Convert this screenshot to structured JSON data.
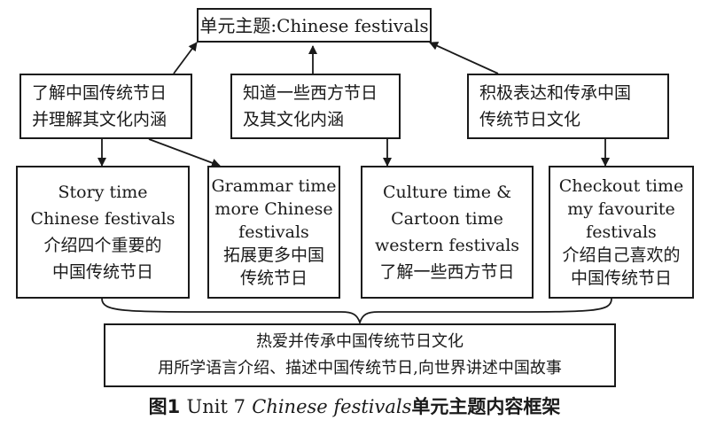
{
  "title_box": {
    "line1": "单元主题:Chinese festivals"
  },
  "objectives": [
    {
      "lines": [
        "了解中国传统节日",
        "并理解其文化内涵"
      ]
    },
    {
      "lines": [
        "知道一些西方节日",
        "及其文化内涵"
      ]
    },
    {
      "lines": [
        "积极表达和传承中国",
        "传统节日文化"
      ]
    }
  ],
  "lessons": [
    {
      "lines": [
        "Story time",
        "Chinese festivals",
        "介绍四个重要的",
        "中国传统节日"
      ]
    },
    {
      "lines": [
        "Grammar time",
        "more Chinese",
        "festivals",
        "拓展更多中国",
        "传统节日"
      ]
    },
    {
      "lines": [
        "Culture time &",
        "Cartoon time",
        "western festivals",
        "了解一些西方节日"
      ]
    },
    {
      "lines": [
        "Checkout time",
        "my favourite",
        "festivals",
        "介绍自己喜欢的",
        "中国传统节日"
      ]
    }
  ],
  "summary": {
    "lines": [
      "热爱并传承中国传统节日文化",
      "用所学语言介绍、描述中国传统节日,向世界讲述中国故事"
    ]
  },
  "caption": {
    "figure": "图1",
    "unit": "Unit 7",
    "topic": "Chinese festivals",
    "suffix": "单元主题内容框架"
  }
}
